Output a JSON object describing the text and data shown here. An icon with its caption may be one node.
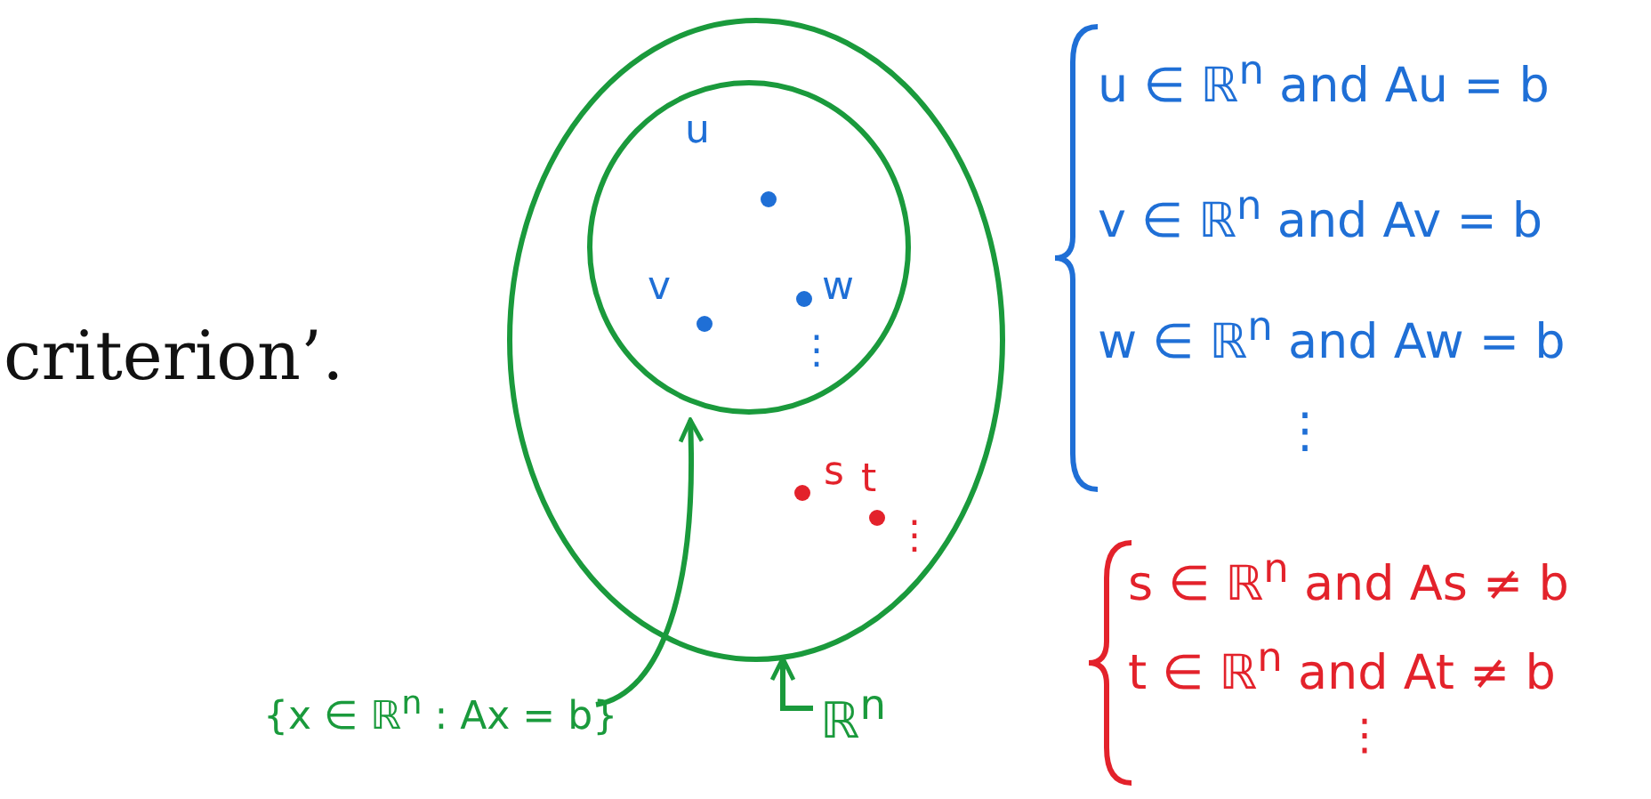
{
  "diagram": {
    "nodes": [
      {
        "text": [],
        "shape": "circle"
      },
      {
        "text": [],
        "shape": "circle",
        "in": 0
      },
      {
        "text": [
          "{x ∈ ℝ$^{n}$ : Ax = b}"
        ]
      },
      {
        "text": [
          "ℝ$^{n}$"
        ]
      }
    ],
    "edges": [
      {
        "from": 2,
        "to": 1,
        "arrow": "to"
      },
      {
        "from": 3,
        "to": 0,
        "arrow": "to"
      }
    ],
    "labels": [
      "criterion’.",
      "u",
      "v",
      "w",
      "⋮",
      "s",
      "t",
      "⋮",
      "u ∈ ℝ$^{n}$ and Au = b",
      "v ∈ ℝ$^{n}$ and Av = b",
      "w ∈ ℝ$^{n}$ and Aw = b",
      "⋮",
      "s ∈ ℝ$^{n}$ and As ≠ b",
      "t ∈ ℝ$^{n}$ and At ≠ b",
      "⋮"
    ]
  }
}
